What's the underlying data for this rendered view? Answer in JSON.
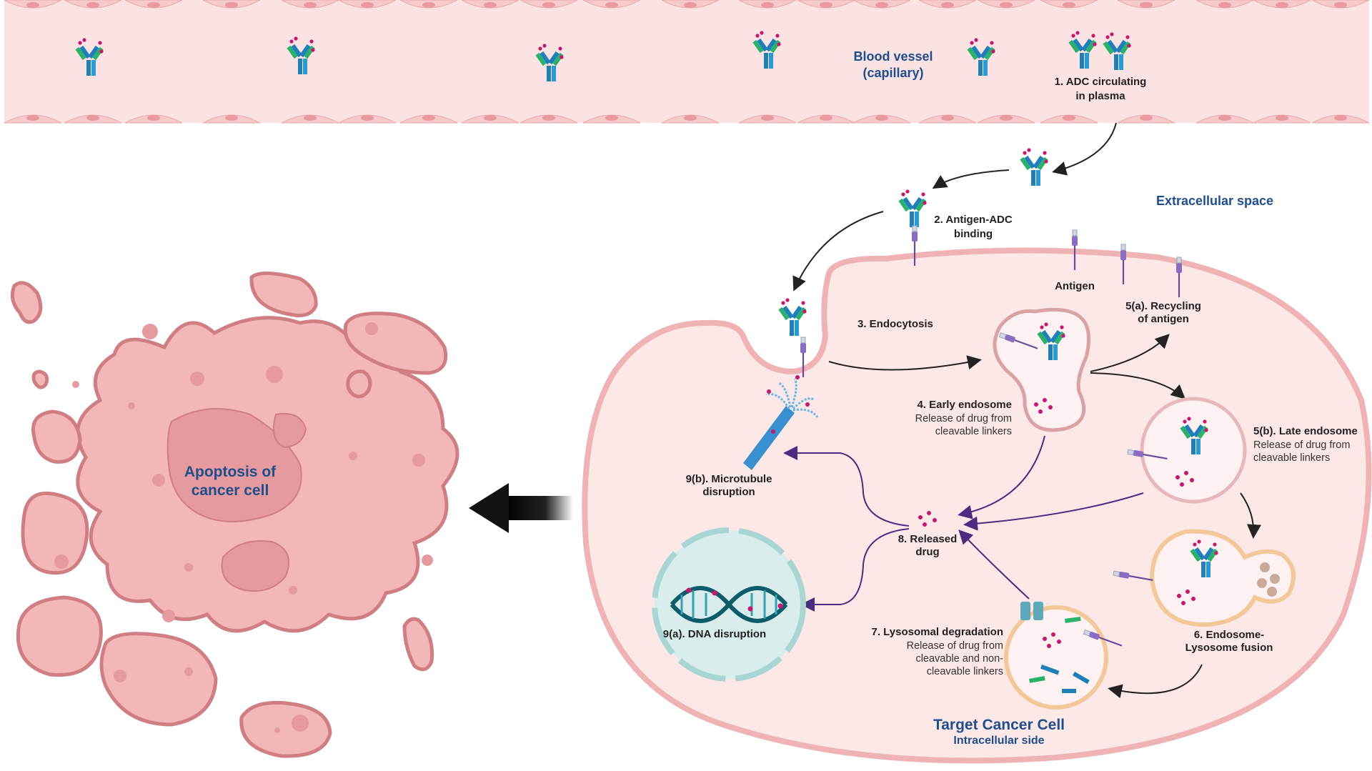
{
  "vessel": {
    "title_line1": "Blood vessel",
    "title_line2": "(capillary)"
  },
  "steps": {
    "s1_line1": "1. ADC circulating",
    "s1_line2": "in plasma",
    "s2_line1": "2. Antigen-ADC",
    "s2_line2": "binding",
    "s3": "3. Endocytosis",
    "s4_title": "4. Early endosome",
    "s4_sub1": "Release of drug  from",
    "s4_sub2": "cleavable linkers",
    "s5a_line1": "5(a). Recycling",
    "s5a_line2": "of antigen",
    "s5b_title": "5(b). Late endosome",
    "s5b_sub1": "Release of drug  from",
    "s5b_sub2": "cleavable linkers",
    "s6_line1": "6. Endosome-",
    "s6_line2": "Lysosome fusion",
    "s7_title": "7. Lysosomal degradation",
    "s7_sub1": "Release of drug from",
    "s7_sub2": "cleavable and non-",
    "s7_sub3": "cleavable linkers",
    "s8_line1": "8. Released",
    "s8_line2": "drug",
    "s9a": "9(a). DNA disruption",
    "s9b_line1": "9(b). Microtubule",
    "s9b_line2": "disruption"
  },
  "labels": {
    "extracellular": "Extracellular space",
    "antigen": "Antigen",
    "cell_title": "Target Cancer Cell",
    "cell_sub": "Intracellular side",
    "apoptosis_line1": "Apoptosis of",
    "apoptosis_line2": "cancer cell"
  },
  "colors": {
    "vessel_fill": "#fbe3e4",
    "cell_fill": "#fde8e8",
    "cell_stroke": "#efb3b5",
    "apoptosis_fill": "#f3b6b9",
    "apoptosis_stroke": "#cf7f84",
    "title_blue": "#1f4e8c",
    "drug_magenta": "#c8156e",
    "pathway_purple": "#5b3a8e"
  }
}
